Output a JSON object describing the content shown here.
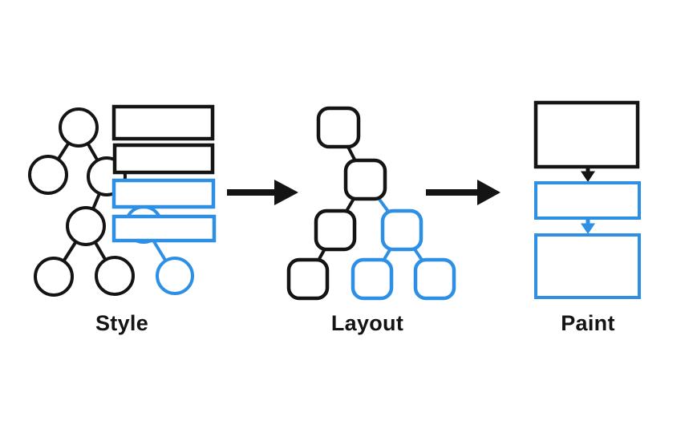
{
  "stages": [
    {
      "id": "style",
      "label": "Style"
    },
    {
      "id": "layout",
      "label": "Layout"
    },
    {
      "id": "paint",
      "label": "Paint"
    }
  ],
  "colors": {
    "primary": "#141414",
    "accent": "#2e90e5",
    "background": "#ffffff"
  }
}
